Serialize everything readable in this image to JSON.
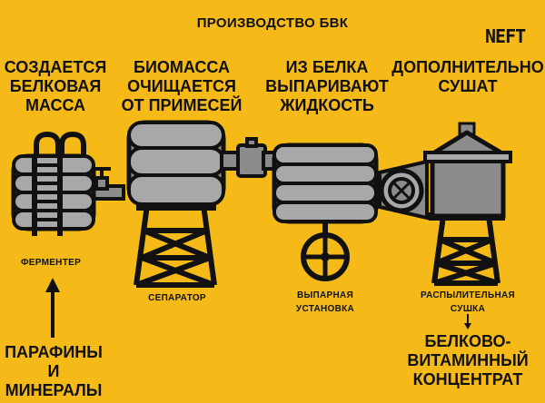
{
  "title": "ПРОИЗВОДСТВО БВК",
  "logo": "NEFT",
  "stages": [
    {
      "heading_lines": [
        "СОЗДАЕТСЯ",
        "БЕЛКОВАЯ",
        "МАССА"
      ],
      "caption_lines": [
        "ФЕРМЕНТЕР"
      ]
    },
    {
      "heading_lines": [
        "БИОМАССА",
        "ОЧИЩАЕТСЯ",
        "ОТ ПРИМЕСЕЙ"
      ],
      "caption_lines": [
        "СЕПАРАТОР"
      ]
    },
    {
      "heading_lines": [
        "ИЗ БЕЛКА",
        "ВЫПАРИВАЮТ",
        "ЖИДКОСТЬ"
      ],
      "caption_lines": [
        "ВЫПАРНАЯ",
        "УСТАНОВКА"
      ]
    },
    {
      "heading_lines": [
        "ДОПОЛНИТЕЛЬНО",
        "СУШАТ"
      ],
      "caption_lines": [
        "РАСПЫЛИТЕЛЬНАЯ",
        "СУШКА"
      ]
    }
  ],
  "input": {
    "lines": [
      "ПАРАФИНЫ",
      "И МИНЕРАЛЫ"
    ]
  },
  "output": {
    "lines": [
      "БЕЛКОВО-",
      "ВИТАМИННЫЙ",
      "КОНЦЕНТРАТ"
    ]
  },
  "colors": {
    "background": "#F5BA17",
    "ink": "#111111",
    "tank_fill": "#8C8C8C",
    "tank_light": "#A8A8A8"
  }
}
